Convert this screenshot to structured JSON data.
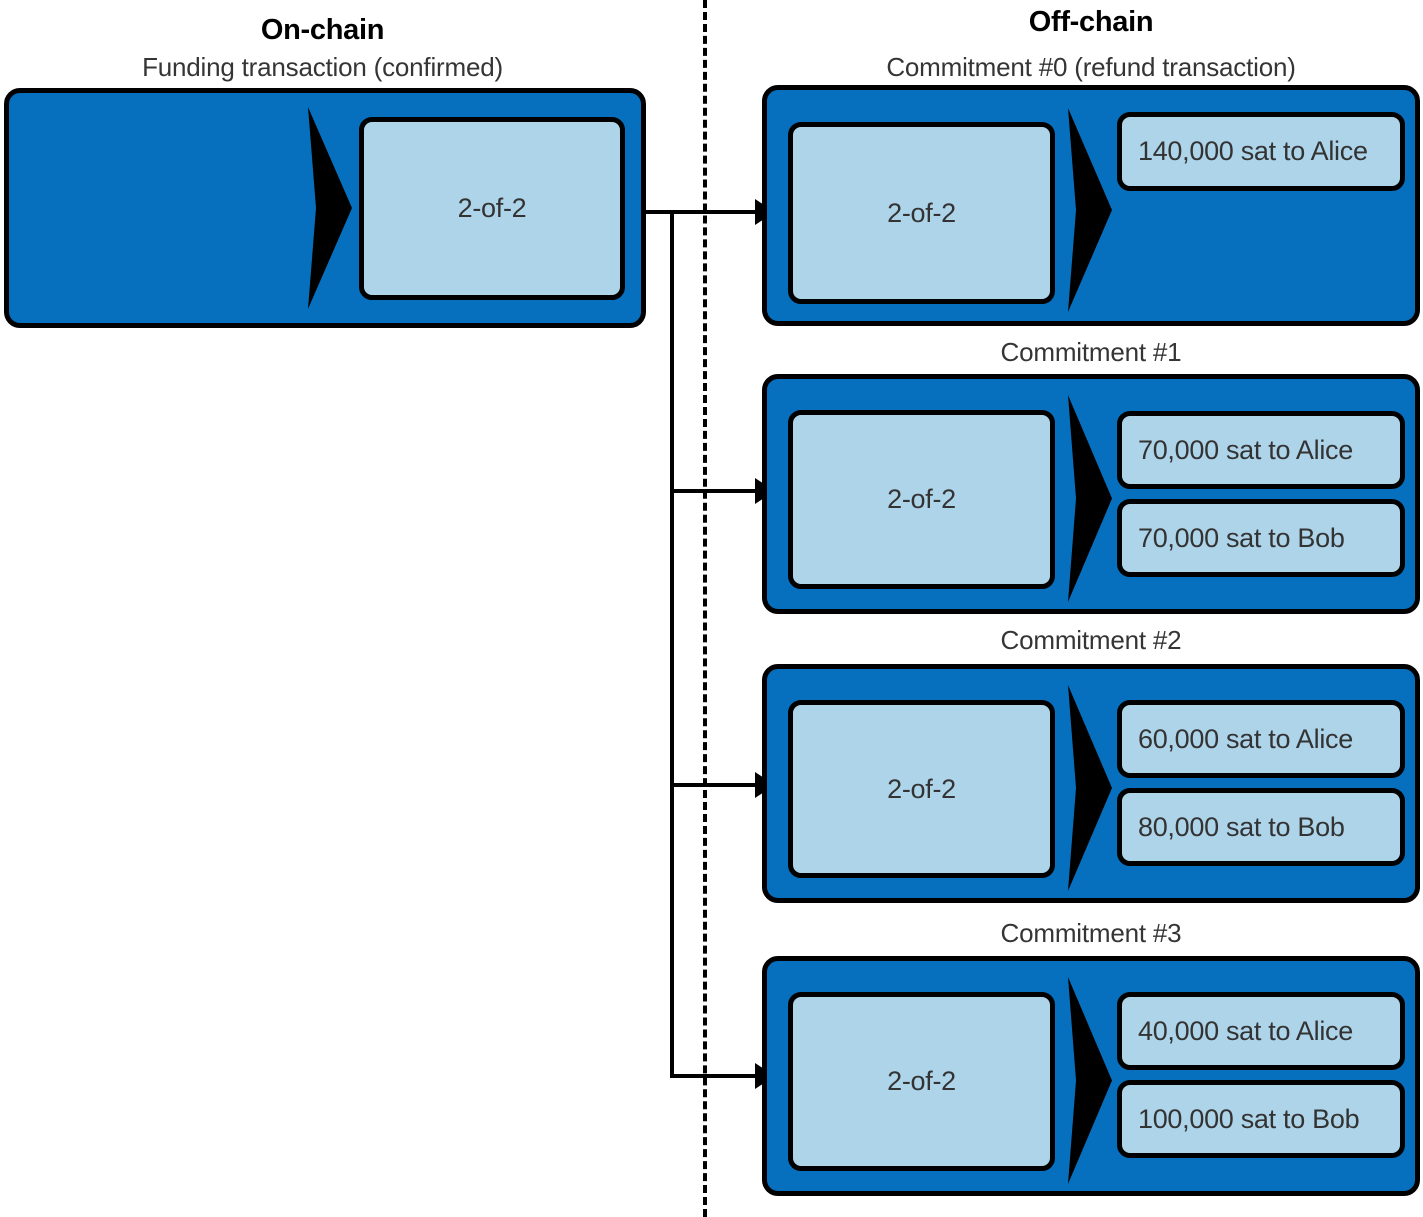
{
  "colors": {
    "tx_fill": "#0670BF",
    "slot_fill": "#AED4EA",
    "stroke": "#000000",
    "subtitle_text": "#353535",
    "slot_text": "#333333"
  },
  "columns": {
    "onchain": {
      "title": "On-chain",
      "subtitle": "Funding transaction (confirmed)"
    },
    "offchain": {
      "title": "Off-chain"
    }
  },
  "funding_tx": {
    "caption": "Funding transaction (confirmed)",
    "input_label": "",
    "output_label": "2-of-2"
  },
  "commitments": [
    {
      "caption": "Commitment #0 (refund transaction)",
      "input_label": "2-of-2",
      "outputs": [
        "140,000 sat to Alice"
      ]
    },
    {
      "caption": "Commitment #1",
      "input_label": "2-of-2",
      "outputs": [
        "70,000 sat to Alice",
        "70,000 sat to Bob"
      ]
    },
    {
      "caption": "Commitment #2",
      "input_label": "2-of-2",
      "outputs": [
        "60,000 sat to Alice",
        "80,000 sat to Bob"
      ]
    },
    {
      "caption": "Commitment #3",
      "input_label": "2-of-2",
      "outputs": [
        "40,000 sat to Alice",
        "100,000 sat to Bob"
      ]
    }
  ]
}
